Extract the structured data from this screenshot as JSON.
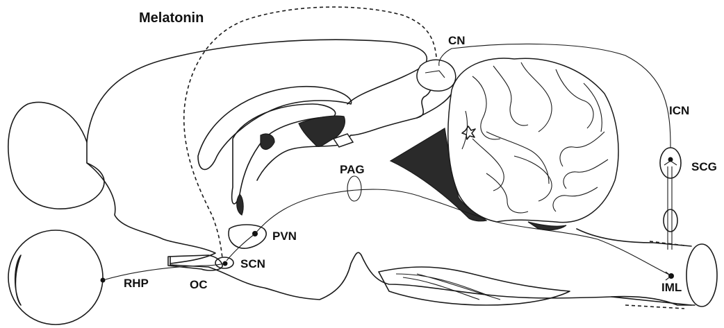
{
  "labels": {
    "melatonin": "Melatonin",
    "cn": "CN",
    "icn": "ICN",
    "scg": "SCG",
    "pag": "PAG",
    "pvn": "PVN",
    "scn": "SCN",
    "rhp": "RHP",
    "oc": "OC",
    "iml": "IML"
  }
}
